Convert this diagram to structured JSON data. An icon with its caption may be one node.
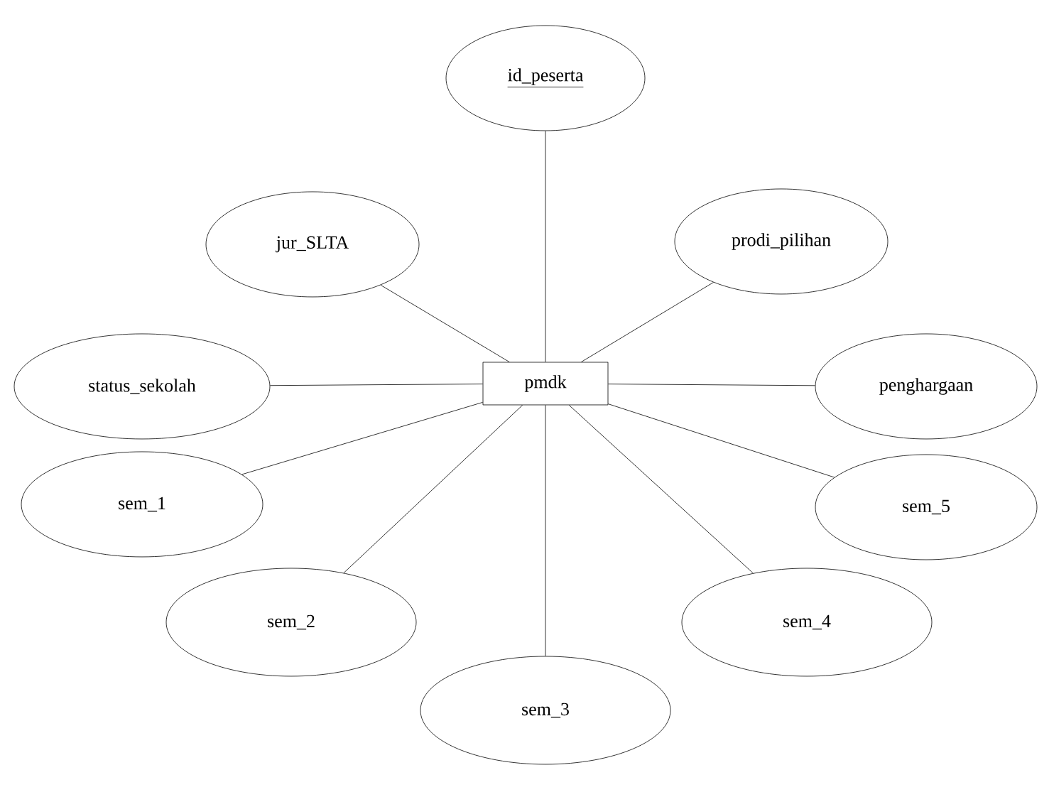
{
  "diagram": {
    "nodes": [
      {
        "text": [
          "id_peserta"
        ]
      },
      {
        "text": [
          "jur_SLTA"
        ]
      },
      {
        "text": [
          "prodi_pilihan"
        ]
      },
      {
        "text": [
          "status_sekolah"
        ]
      },
      {
        "text": [
          "pmdk"
        ]
      },
      {
        "text": [
          "penghargaan"
        ]
      },
      {
        "text": [
          "sem_1"
        ]
      },
      {
        "text": [
          "sem_5"
        ]
      },
      {
        "text": [
          "sem_2"
        ]
      },
      {
        "text": [
          "sem_4"
        ]
      },
      {
        "text": [
          "sem_3"
        ]
      }
    ],
    "edges": [
      {
        "from": 4,
        "to": 0,
        "arrow": "none"
      },
      {
        "from": 4,
        "to": 1,
        "arrow": "none"
      },
      {
        "from": 4,
        "to": 2,
        "arrow": "none"
      },
      {
        "from": 4,
        "to": 3,
        "arrow": "none"
      },
      {
        "from": 4,
        "to": 5,
        "arrow": "none"
      },
      {
        "from": 4,
        "to": 6,
        "arrow": "none"
      },
      {
        "from": 4,
        "to": 7,
        "arrow": "none"
      },
      {
        "from": 4,
        "to": 8,
        "arrow": "none"
      },
      {
        "from": 4,
        "to": 9,
        "arrow": "none"
      },
      {
        "from": 4,
        "to": 10,
        "arrow": "none"
      }
    ]
  }
}
